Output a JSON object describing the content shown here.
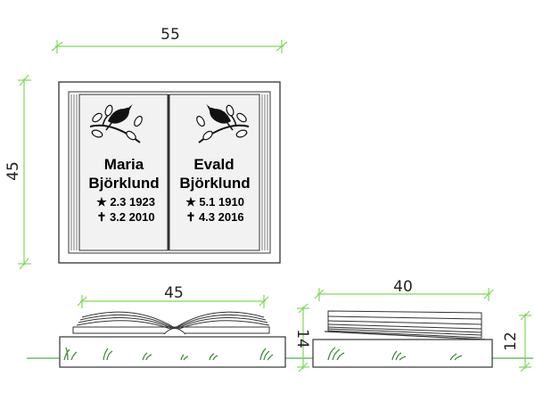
{
  "colors": {
    "dimension_line": "#7ED957",
    "ground_line": "#4CAF50",
    "outline": "#333333",
    "plate": "#f2f2f2",
    "grass": "#3f8f3a"
  },
  "dimensions": {
    "width_top": "55",
    "height_left": "45",
    "width_front": "45",
    "height_front": "14",
    "width_side": "40",
    "height_side": "12"
  },
  "left_page": {
    "name_line1": "Maria",
    "name_line2": "Björklund",
    "birth": "★ 2.3 1923",
    "death": "✝ 3.2 2010",
    "icon": "bird-on-branch-icon"
  },
  "right_page": {
    "name_line1": "Evald",
    "name_line2": "Björklund",
    "birth": "★ 5.1 1910",
    "death": "✝ 4.3 2016",
    "icon": "bird-on-branch-icon"
  }
}
